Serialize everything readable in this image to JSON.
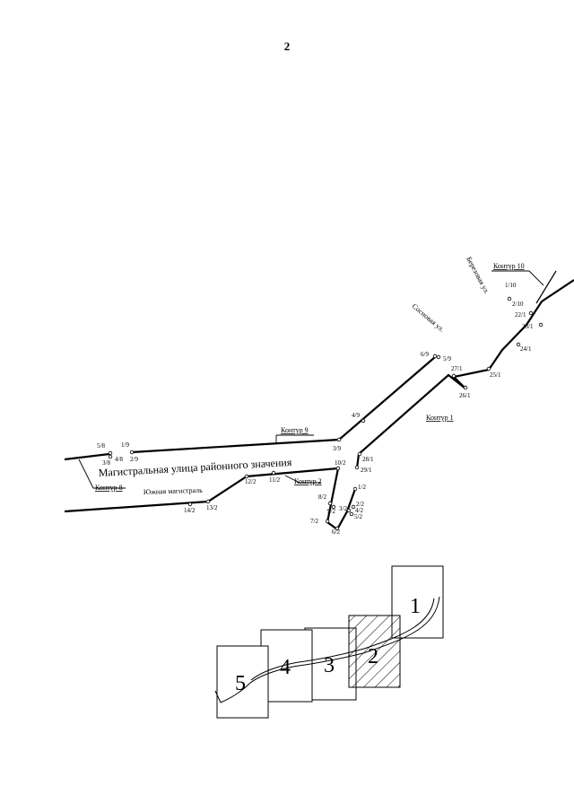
{
  "page": {
    "number": "2"
  },
  "map": {
    "streets": {
      "main": "Магистральная улица районного значения",
      "south": "Южная магистраль",
      "sosnovaya": "Сосновая ул.",
      "berezovaya": "Березовая ул."
    },
    "contours": {
      "c1": "Контур 1",
      "c2": "Контур 2",
      "c8": "Контур 8",
      "c9": "Контур 9",
      "c10": "Контур 10"
    },
    "points": {
      "p1_10": "1/10",
      "p2_10": "2/10",
      "p22_1": "22/1",
      "p23_1": "23/1",
      "p24_1": "24/1",
      "p25_1": "25/1",
      "p26_1": "26/1",
      "p27_1": "27/1",
      "p28_1": "28/1",
      "p29_1": "29/1",
      "p6_9": "6/9",
      "p5_9": "5/9",
      "p4_9": "4/9",
      "p3_9": "3/9",
      "p1_9": "1/9",
      "p2_9": "2/9",
      "p5_8": "5/8",
      "p3_8": "3/8",
      "p4_8": "4/8",
      "p10_2": "10/2",
      "p11_2": "11/2",
      "p12_2": "12/2",
      "p13_2": "13/2",
      "p14_2": "14/2",
      "p1_2": "1/2",
      "p2_2": "2/2",
      "p3_2": "3/2",
      "p4_2": "4/2",
      "p5_2": "5/2",
      "p6_2": "6/2",
      "p7_2": "7/2",
      "p8_2": "8/2",
      "p9_2": "9/2"
    }
  },
  "index": {
    "sheets": [
      "1",
      "2",
      "3",
      "4",
      "5"
    ]
  }
}
